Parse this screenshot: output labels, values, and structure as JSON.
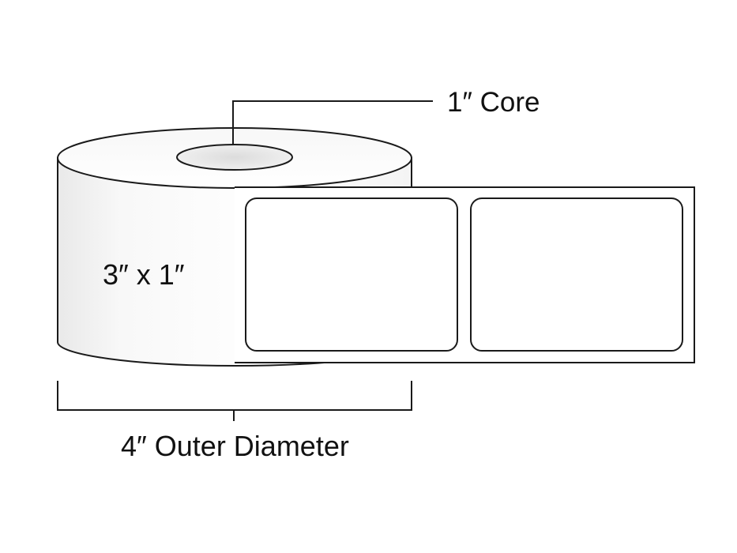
{
  "labels": {
    "core": "1″ Core",
    "label_size": "3″ x 1″",
    "outer_diameter": "4″ Outer Diameter"
  },
  "colors": {
    "stroke": "#1a1a1a",
    "fill": "#ffffff",
    "roll_shade": "#ededed",
    "core_hole": "#e6e6e6"
  }
}
